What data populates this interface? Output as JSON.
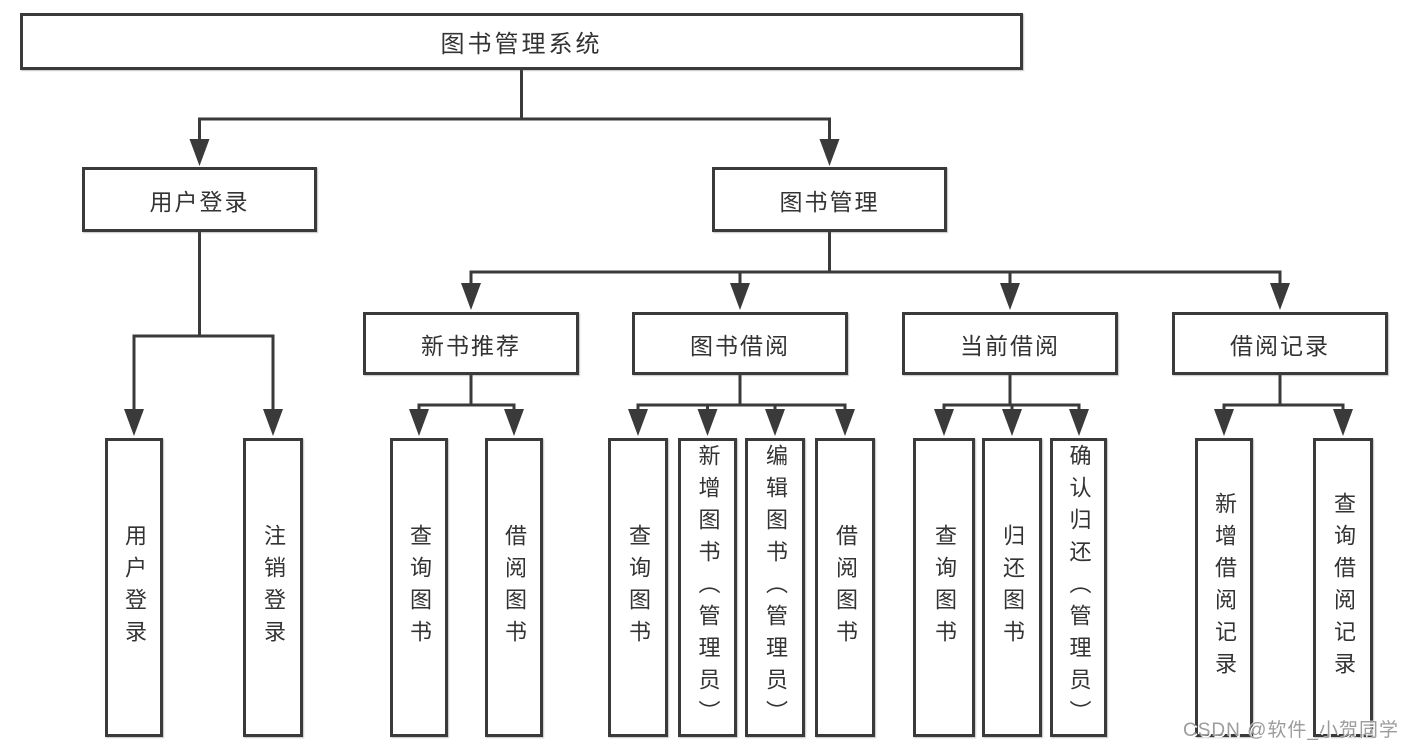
{
  "colors": {
    "background": "#ffffff",
    "line": "#3a3a3a",
    "text": "#333333",
    "watermark": "#9c9c9c"
  },
  "watermark": {
    "text": "CSDN @软件_小贺同学"
  },
  "diagram": {
    "root_label": "图书管理系统",
    "groups": [
      {
        "label": "用户登录",
        "leaves": [
          "用户登录",
          "注销登录"
        ]
      },
      {
        "label": "图书管理",
        "sections": [
          {
            "label": "新书推荐",
            "leaves": [
              "查询图书",
              "借阅图书"
            ]
          },
          {
            "label": "图书借阅",
            "leaves": [
              "查询图书",
              "新增图书（管理员）",
              "编辑图书（管理员）",
              "借阅图书"
            ]
          },
          {
            "label": "当前借阅",
            "leaves": [
              "查询图书",
              "归还图书",
              "确认归还（管理员）"
            ]
          },
          {
            "label": "借阅记录",
            "leaves": [
              "新增借阅记录",
              "查询借阅记录"
            ]
          }
        ]
      }
    ]
  }
}
